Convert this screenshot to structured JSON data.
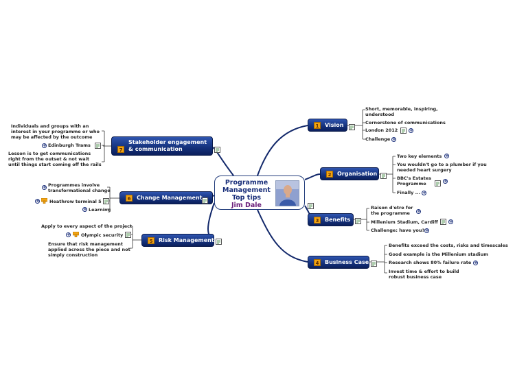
{
  "center": {
    "line1": "Programme",
    "line2": "Management",
    "line3": "Top tips",
    "line4": "Jim Dale"
  },
  "topics": {
    "vision": {
      "num": "1",
      "label": "Vision"
    },
    "organisation": {
      "num": "2",
      "label": "Organisation"
    },
    "benefits": {
      "num": "3",
      "label": "Benefits"
    },
    "business_case": {
      "num": "4",
      "label": "Business Case"
    },
    "risk": {
      "num": "5",
      "label": "Risk Management"
    },
    "change": {
      "num": "6",
      "label": "Change Management"
    },
    "stakeholder": {
      "num": "7",
      "label": "Stakeholder engagement & communication"
    }
  },
  "vision_items": [
    "Short, memorable, inspiring,",
    "understood",
    "Cornerstone of communications",
    "London 2012",
    "Challenge"
  ],
  "organisation_items": [
    "Two key elements",
    "You wouldn't go to a plumber if you",
    "needed heart surgery",
    "BBC's Estates",
    "Programme",
    "Finally ..."
  ],
  "benefits_items": [
    "Raison d'etre for",
    "the programme",
    "Millenium Stadium, Cardiff",
    "Challenge: have you?"
  ],
  "business_items": [
    "Benefits exceed the costs, risks and timescales",
    "Good example is the Millenium stadium",
    "Research shows 80% failure rate",
    "Invest time & effort to build",
    "robust business case"
  ],
  "risk_items": [
    "Apply to every aspect of the project",
    "Olympic security",
    "Ensure that risk management",
    "applied across the piece and not",
    "simply construction"
  ],
  "change_items": [
    "Programmes involve",
    "transformational change",
    "Heathrow terminal 5",
    "Learning"
  ],
  "stakeholder_items": [
    "Individuals and groups with an",
    "interest in your programme or who",
    "may be affected by the outcome",
    "Edinburgh Trams",
    "Lesson is to get communications",
    "right from the outset & not wait",
    "until things start coming off the rails"
  ]
}
